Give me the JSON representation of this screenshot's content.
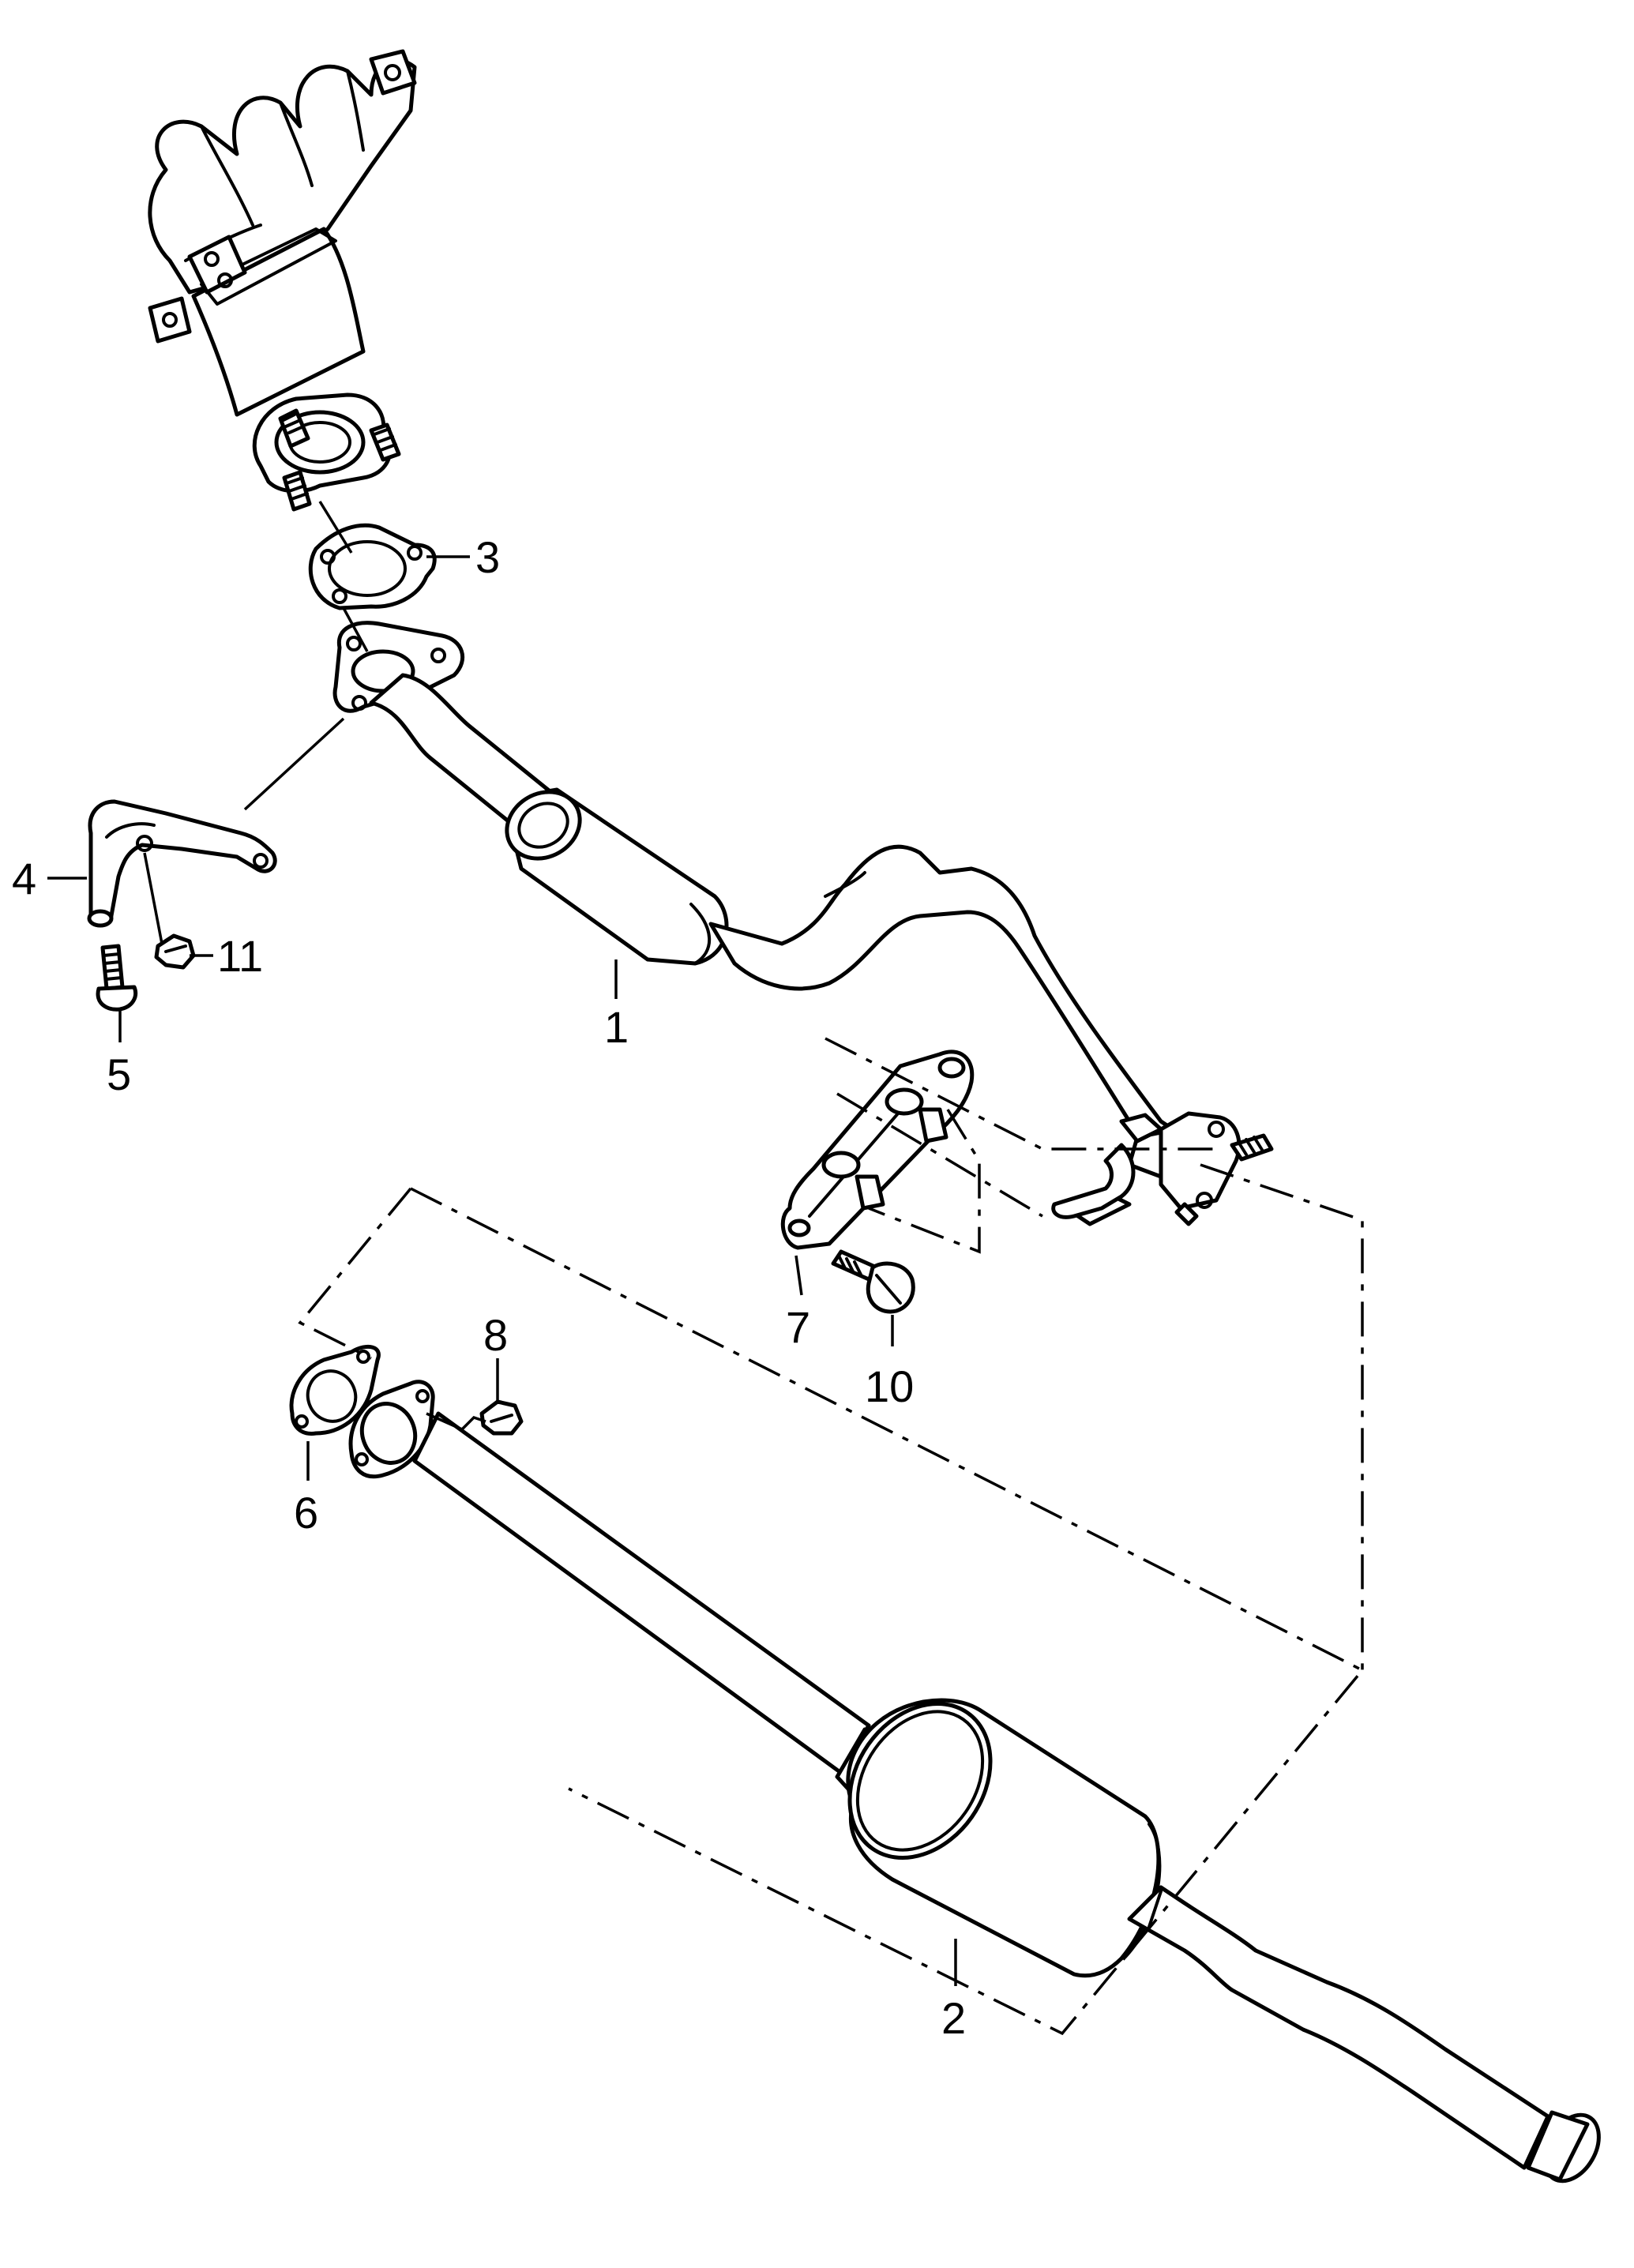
{
  "callouts": {
    "c1": "1",
    "c2": "2",
    "c3": "3",
    "c4": "4",
    "c5": "5",
    "c6": "6",
    "c7": "7",
    "c8": "8",
    "c10": "10",
    "c11": "11"
  }
}
